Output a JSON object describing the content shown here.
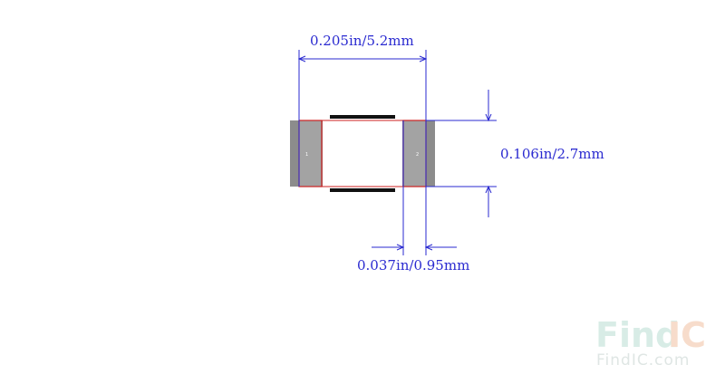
{
  "dimensions": {
    "width_label": "0.205in/5.2mm",
    "height_label": "0.106in/2.7mm",
    "pad_label": "0.037in/0.95mm"
  },
  "pads": {
    "left_number": "1",
    "right_number": "2"
  },
  "watermark": {
    "brand_find": "Find",
    "brand_ic": "IC",
    "url": "FindIC.com"
  },
  "colors": {
    "dimension_line": "#2a2ad0",
    "pad_fill": "#999999",
    "pad_outline": "#cc2020",
    "silkscreen": "#111111",
    "watermark_find": "#d8ece6",
    "watermark_ic": "#f7dccb"
  }
}
